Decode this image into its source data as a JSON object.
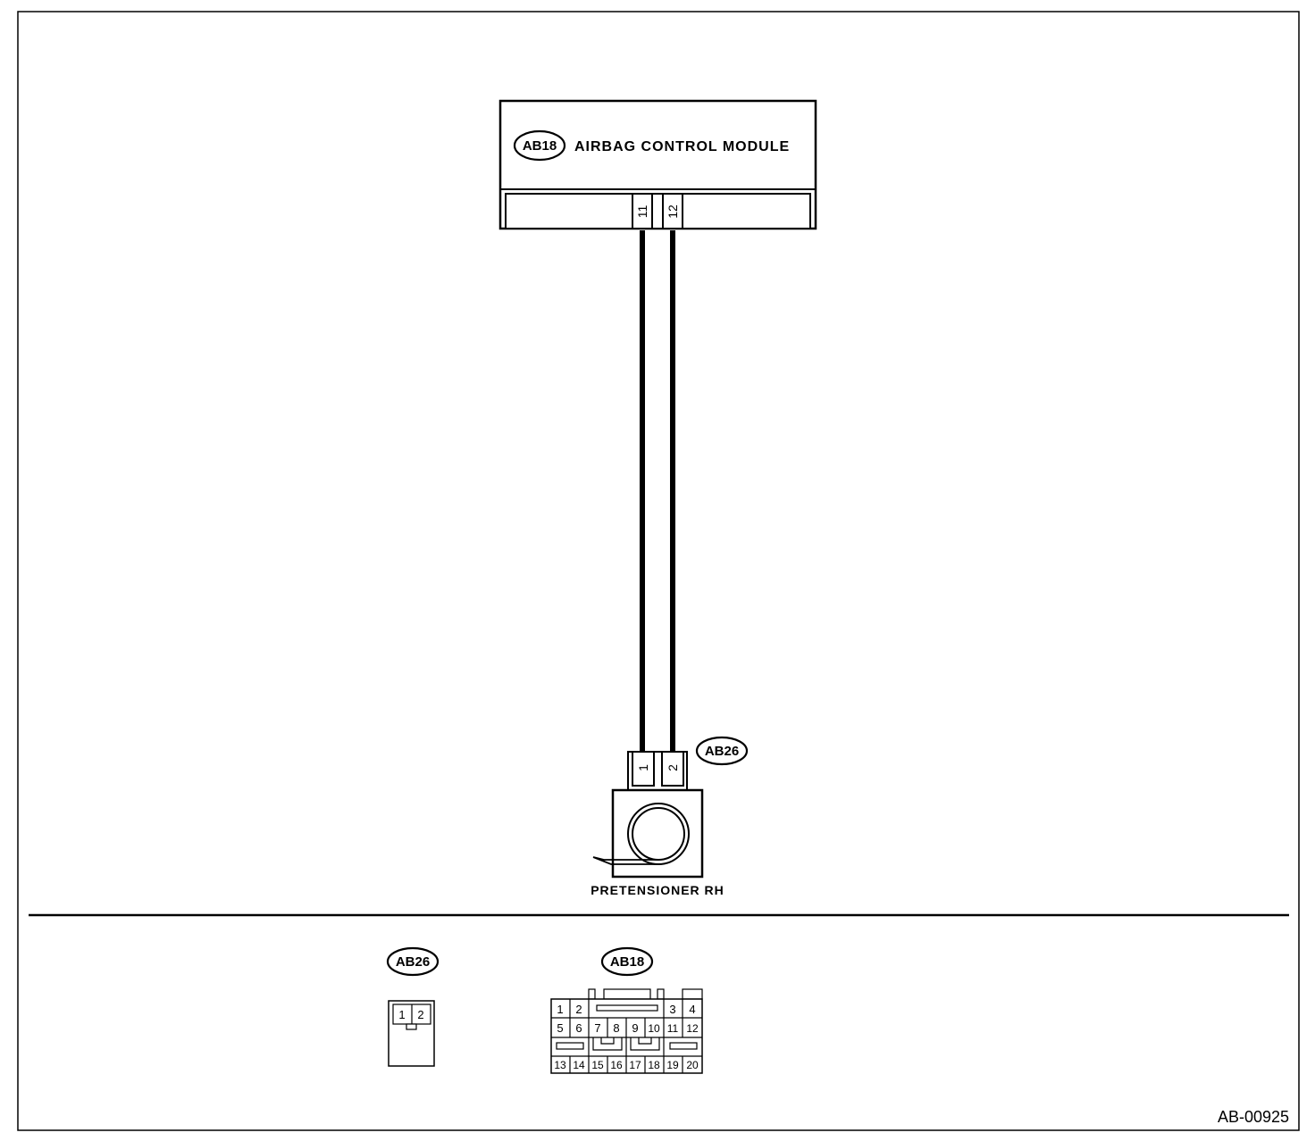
{
  "module": {
    "tag": "AB18",
    "label": "AIRBAG CONTROL MODULE",
    "pins": [
      "11",
      "12"
    ]
  },
  "pretensioner": {
    "tag": "AB26",
    "label": "PRETENSIONER RH",
    "pins": [
      "1",
      "2"
    ]
  },
  "legend": {
    "ab26": {
      "tag": "AB26",
      "pins": [
        "1",
        "2"
      ]
    },
    "ab18": {
      "tag": "AB18",
      "row1": [
        "1",
        "2",
        "3",
        "4"
      ],
      "row2": [
        "5",
        "6",
        "7",
        "8",
        "9",
        "10",
        "11",
        "12"
      ],
      "row4": [
        "13",
        "14",
        "15",
        "16",
        "17",
        "18",
        "19",
        "20"
      ]
    }
  },
  "ref_code": "AB-00925"
}
